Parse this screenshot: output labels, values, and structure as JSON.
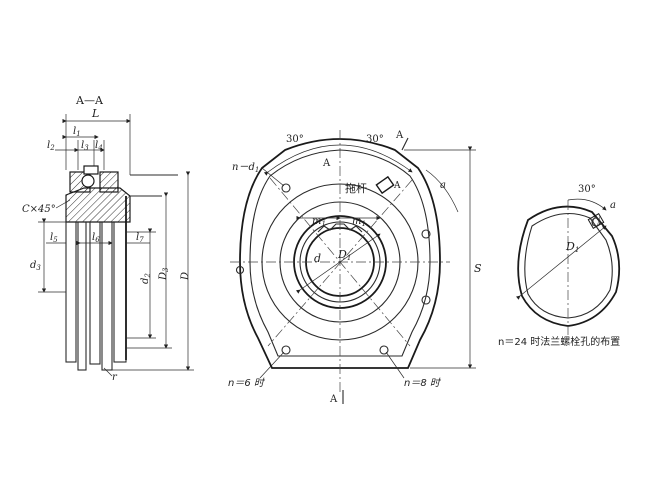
{
  "section_title": "A—A",
  "left_view": {
    "L": "L",
    "l1": "l",
    "l1_sub": "1",
    "l2": "l",
    "l2_sub": "2",
    "l3": "l",
    "l3_sub": "3",
    "l4": "l",
    "l4_sub": "4",
    "l5": "l",
    "l5_sub": "5",
    "l6": "l",
    "l6_sub": "6",
    "l7": "l",
    "l7_sub": "7",
    "chamfer": "C×45°",
    "d3": "d",
    "d3_sub": "3",
    "d2": "d",
    "d2_sub": "2",
    "D3": "D",
    "D3_sub": "3",
    "D": "D",
    "r": "r"
  },
  "middle_view": {
    "angle_left": "30°",
    "angle_right": "30°",
    "label_A_top": "A",
    "label_A_cut": "A",
    "label_A_bottom": "A",
    "label_A_small": "A",
    "hole_label": "n－d",
    "hole_label_sub": "1",
    "lever_label": "拖杆",
    "m1": "m",
    "m1_sub": "1",
    "m2": "m",
    "m2_sub": "1",
    "d": "d",
    "D1": "D",
    "D1_sub": "1",
    "a": "a",
    "S": "S",
    "n6": "n＝6 时",
    "n8": "n＝8 时"
  },
  "right_view": {
    "angle": "30°",
    "a": "a",
    "D1": "D",
    "D1_sub": "1",
    "caption": "n＝24 时法兰螺栓孔的布置"
  }
}
